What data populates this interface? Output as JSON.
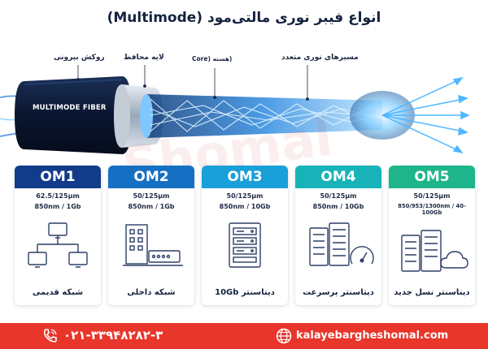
{
  "title": "انواع فیبر نوری مالتی‌مود (Multimode)",
  "diagram": {
    "labels": {
      "outer_jacket": "روکش بیرونی",
      "buffer": "لایه محافظ",
      "core": "(هسته (Core",
      "paths": "مسیرهای نوری متعدد"
    },
    "cable_text": "MULTIMODE FIBER",
    "colors": {
      "cable_dark": "#0d1e3d",
      "glow": "#4fb7ff"
    }
  },
  "watermark": "Shomal",
  "cards": [
    {
      "name": "OM1",
      "spec1": "62.5/125µm",
      "spec2": "850nm / 1Gb",
      "use": "شبکه قدیمی",
      "color": "#123c8a",
      "icon": "network-icon"
    },
    {
      "name": "OM2",
      "spec1": "50/125µm",
      "spec2": "850nm / 1Gb",
      "use": "شبکه داخلی",
      "color": "#1570c4",
      "icon": "building-switch-icon"
    },
    {
      "name": "OM3",
      "spec1": "50/125µm",
      "spec2": "850nm / 10Gb",
      "use": "دیتاسنتر 10Gb",
      "color": "#1aa0d8",
      "icon": "server-rack-icon"
    },
    {
      "name": "OM4",
      "spec1": "50/125µm",
      "spec2": "850nm / 10Gb",
      "use": "دیتاسنتر پرسرعت",
      "color": "#17b3b8",
      "icon": "servers-speed-icon"
    },
    {
      "name": "OM5",
      "spec1": "50/125µm",
      "spec2": "850/953/1300nm / 40-100Gb",
      "use": "دیتاسنتر نسل جدید",
      "color": "#1fb58a",
      "icon": "servers-cloud-icon"
    }
  ],
  "footer": {
    "phone": "۰۲۱-۳۳۹۴۸۲۸۲-۳",
    "website": "kalayebargheshomal.com",
    "color": "#e8362b"
  }
}
